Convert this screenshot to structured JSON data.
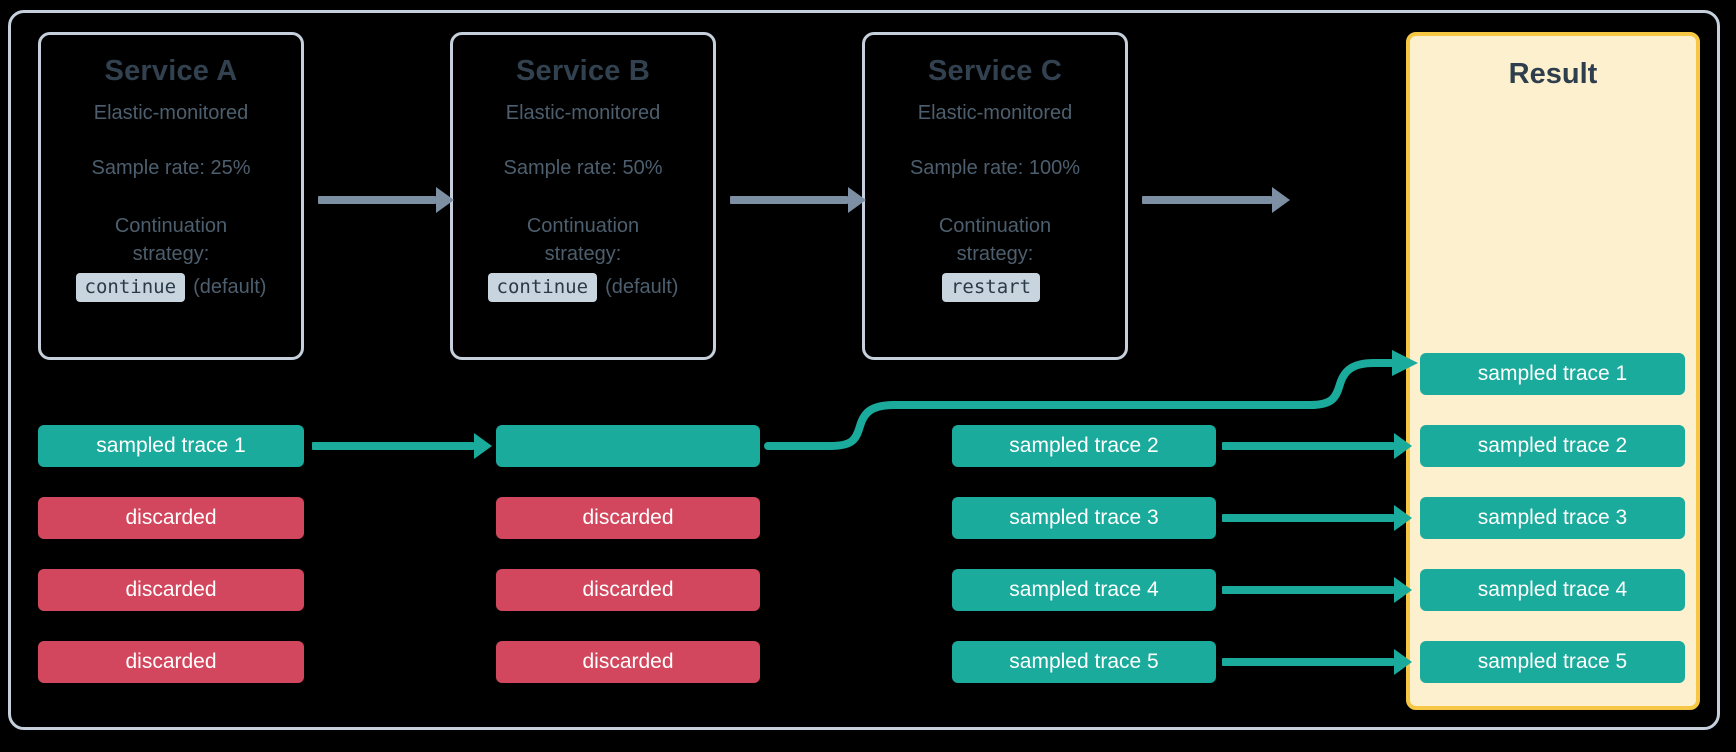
{
  "diagram": {
    "title": "Distributed tracing sampling across services",
    "background_color": "#000000",
    "frame_border_color": "#c6d0dc",
    "colors": {
      "sampled": "#1aab9c",
      "discarded": "#d2475d",
      "result_fill": "#fcf0ce",
      "result_border": "#f5c744",
      "service_border": "#c6d0dc",
      "text": "#4d5f6e",
      "heading": "#32414f",
      "gray_arrow": "#7d8fa3",
      "code_chip_bg": "#c9d5de"
    }
  },
  "services": [
    {
      "title": "Service A",
      "subtitle": "Elastic-monitored",
      "sample_rate": "Sample rate: 25%",
      "strategy_label": "Continuation strategy:",
      "strategy_value": "continue",
      "strategy_note": "(default)"
    },
    {
      "title": "Service B",
      "subtitle": "Elastic-monitored",
      "sample_rate": "Sample rate: 50%",
      "strategy_label": "Continuation strategy:",
      "strategy_value": "continue",
      "strategy_note": "(default)"
    },
    {
      "title": "Service C",
      "subtitle": "Elastic-monitored",
      "sample_rate": "Sample rate: 100%",
      "strategy_label": "Continuation strategy:",
      "strategy_value": "restart",
      "strategy_note": ""
    }
  ],
  "result": {
    "title": "Result",
    "traces": [
      "sampled trace 1",
      "sampled trace 2",
      "sampled trace 3",
      "sampled trace 4",
      "sampled trace 5"
    ]
  },
  "columns": {
    "service_a_traces": [
      {
        "label": "sampled trace 1",
        "state": "sampled"
      },
      {
        "label": "discarded",
        "state": "discarded"
      },
      {
        "label": "discarded",
        "state": "discarded"
      },
      {
        "label": "discarded",
        "state": "discarded"
      }
    ],
    "service_b_traces": [
      {
        "label": "",
        "state": "sampled"
      },
      {
        "label": "discarded",
        "state": "discarded"
      },
      {
        "label": "discarded",
        "state": "discarded"
      },
      {
        "label": "discarded",
        "state": "discarded"
      }
    ],
    "service_c_traces": [
      {
        "label": "sampled trace 2",
        "state": "sampled"
      },
      {
        "label": "sampled trace 3",
        "state": "sampled"
      },
      {
        "label": "sampled trace 4",
        "state": "sampled"
      },
      {
        "label": "sampled trace 5",
        "state": "sampled"
      }
    ]
  }
}
